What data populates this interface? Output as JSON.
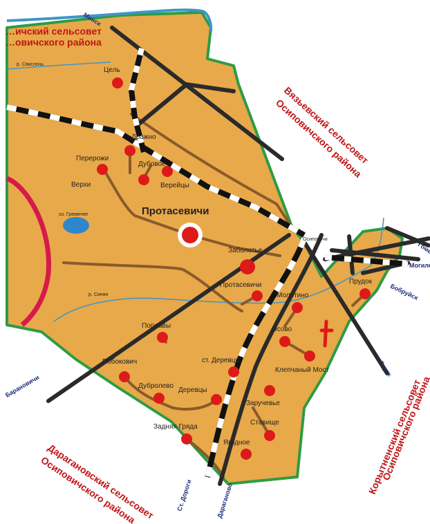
{
  "colors": {
    "territory": "#e8a94a",
    "border": "#2e9b45",
    "river": "#3f95c6",
    "lake": "#2f86cc",
    "road": "#2a2a2a",
    "local_road": "#8a5a2b",
    "settlement": "#dd1a1a",
    "council_text": "#c01616",
    "direction_text": "#1c2e7a"
  },
  "icons": {
    "church": "cross-icon"
  },
  "map": {
    "center_label": "Протасевичи",
    "rivers": {
      "svisloch": "р. Свислочь",
      "sinya": "р. Синяя"
    },
    "lake": "оз. Гремячее",
    "councils": {
      "top_left": [
        "…ичский сельсовет",
        "…овичского района"
      ],
      "top_right": [
        "Вязьевский сельсовет",
        "Осиповичского района"
      ],
      "bottom_left": [
        "Дараганoвский сельсовет",
        "Осиповичского района"
      ],
      "bottom_right": [
        "Корытненский сельсовет",
        "Осиповичского района"
      ]
    },
    "directions": {
      "minsk": "Минск",
      "gomel": "Гомель",
      "mogilev": "Могилев",
      "bobruisk": "Бобруйск",
      "glusk": "Глуск",
      "baranovichi": "Барановичи",
      "st_dorogi": "Ст. Дороги",
      "daraganovo": "Дараганово"
    },
    "station": "Осиповичи",
    "villages": [
      "Цель",
      "Дражно",
      "Перерожи",
      "Верхи",
      "Дубовое",
      "Верейцы",
      "Заболотье",
      "Протасевичи",
      "Молотино",
      "Прудок",
      "Осово",
      "Поплавы",
      "Побокович",
      "ст. Деревцы",
      "Клепчаный Мост",
      "Дубролево",
      "Деревцы",
      "Заручевье",
      "Ставище",
      "Задняя Гряда",
      "Ягодное"
    ]
  }
}
